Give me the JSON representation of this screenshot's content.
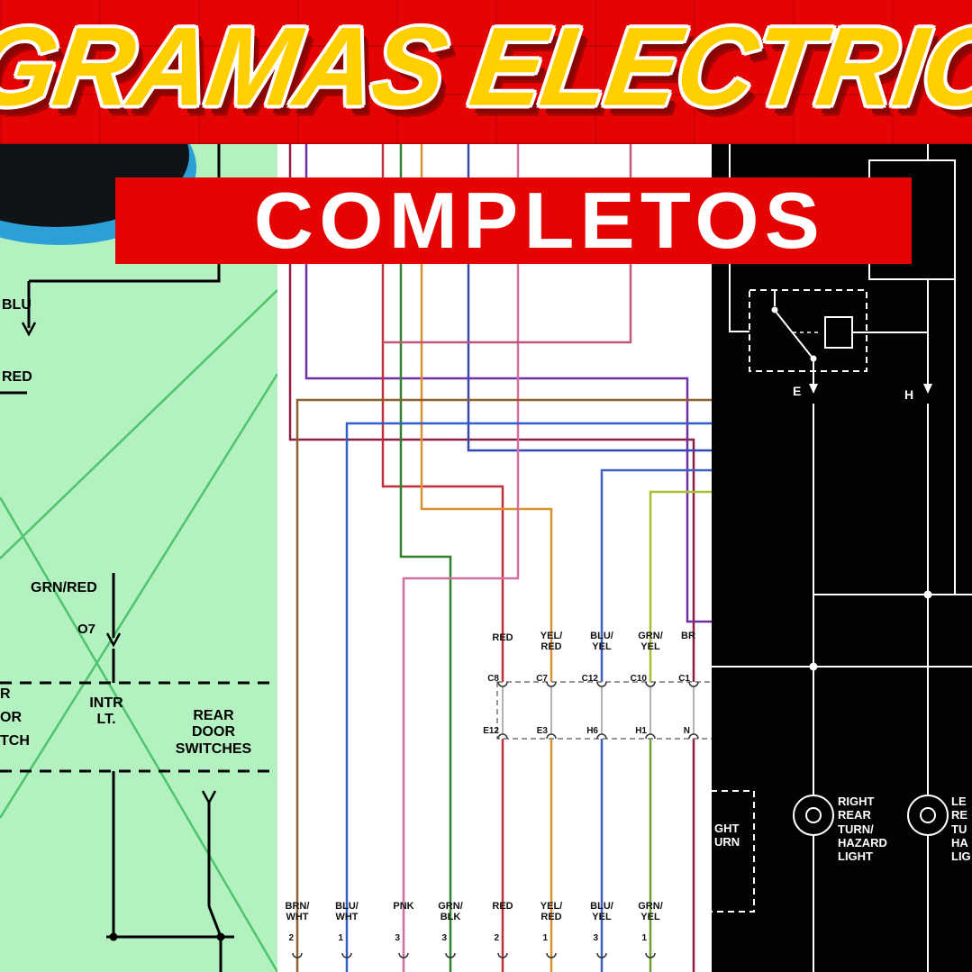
{
  "banner": {
    "title": "GRAMAS ELECTRIC",
    "subtitle": "COMPLETOS"
  },
  "colors": {
    "banner_red": "#e50404",
    "title_yellow": "#ffcf00",
    "title_outline": "#ffffff",
    "subtitle_text": "#ffffff",
    "panel_green": "#b4f1c0",
    "panel_white": "#ffffff",
    "panel_black": "#030303",
    "diagonal_green": "#4fc36d"
  },
  "left": {
    "wire_blu": "BLU",
    "wire_red": "RED",
    "wire_grn_red": "GRN/RED",
    "pin_o7": "O7",
    "cut": [
      "R",
      "OR",
      "TCH"
    ],
    "intr": [
      "INTR",
      "LT."
    ],
    "rear": [
      "REAR",
      "DOOR",
      "SWITCHES"
    ]
  },
  "middle": {
    "top_labels": [
      [
        "RED"
      ],
      [
        "YEL/",
        "RED"
      ],
      [
        "BLU/",
        "YEL"
      ],
      [
        "GRN/",
        "YEL"
      ],
      [
        "BR"
      ]
    ],
    "pins_top": [
      "C8",
      "C7",
      "C12",
      "C10",
      "C1"
    ],
    "pins_bottom": [
      "E12",
      "E3",
      "H6",
      "H1",
      "N"
    ],
    "bottom_labels": [
      [
        "BRN/",
        "WHT"
      ],
      [
        "BLU/",
        "WHT"
      ],
      [
        "PNK"
      ],
      [
        "GRN/",
        "BLK"
      ],
      [
        "RED"
      ],
      [
        "YEL/",
        "RED"
      ],
      [
        "BLU/",
        "YEL"
      ],
      [
        "GRN/",
        "YEL"
      ]
    ],
    "pin_numbers": [
      "2",
      "1",
      "3",
      "3",
      "2",
      "1",
      "3",
      "1"
    ]
  },
  "right": {
    "terminal_e": "E",
    "terminal_h": "H",
    "lamp_right": [
      "RIGHT",
      "REAR",
      "TURN/",
      "HAZARD",
      "LIGHT"
    ],
    "lamp_left_cut": [
      "LE",
      "RE",
      "TU",
      "HA",
      "LIG"
    ],
    "box_cut": [
      "GHT",
      "URN"
    ]
  }
}
